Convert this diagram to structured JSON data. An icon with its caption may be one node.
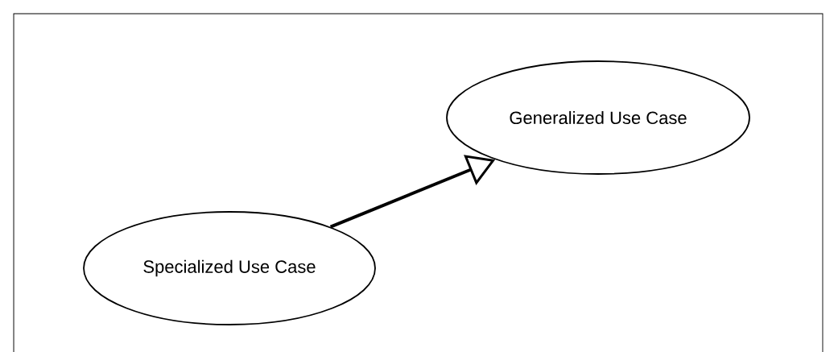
{
  "diagram": {
    "nodes": [
      {
        "text": [
          "Generalized Use Case"
        ]
      },
      {
        "text": [
          "Specialized Use Case"
        ]
      }
    ],
    "edges": [
      {
        "from": 1,
        "to": 0,
        "arrow": "to"
      }
    ]
  }
}
